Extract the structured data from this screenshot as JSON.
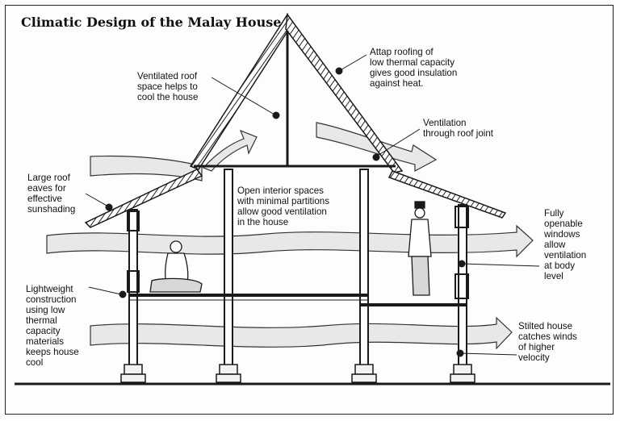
{
  "title": "Climatic Design of the Malay House",
  "annotations": {
    "attap_roofing": "Attap roofing of\nlow thermal capacity\ngives good insulation\nagainst heat.",
    "ventilated_roof_space": "Ventilated roof\nspace helps to\ncool the house",
    "roof_joint": "Ventilation\nthrough roof joint",
    "roof_eaves": "Large roof\neaves for\neffective\nsunshading",
    "open_interior": "Open interior spaces\nwith minimal partitions\nallow good ventilation\nin the house",
    "openable_windows": "Fully\nopenable\nwindows\nallow\nventilation\nat body\nlevel",
    "lightweight_construction": "Lightweight\nconstruction\nusing low\nthermal\ncapacity\nmaterials\nkeeps house\ncool",
    "stilted_house": "Stilted house\ncatches winds\nof higher\nvelocity"
  },
  "colors": {
    "ink": "#1a1a1a",
    "wind": "#e6e6e6",
    "paper": "#fdfdfb"
  }
}
